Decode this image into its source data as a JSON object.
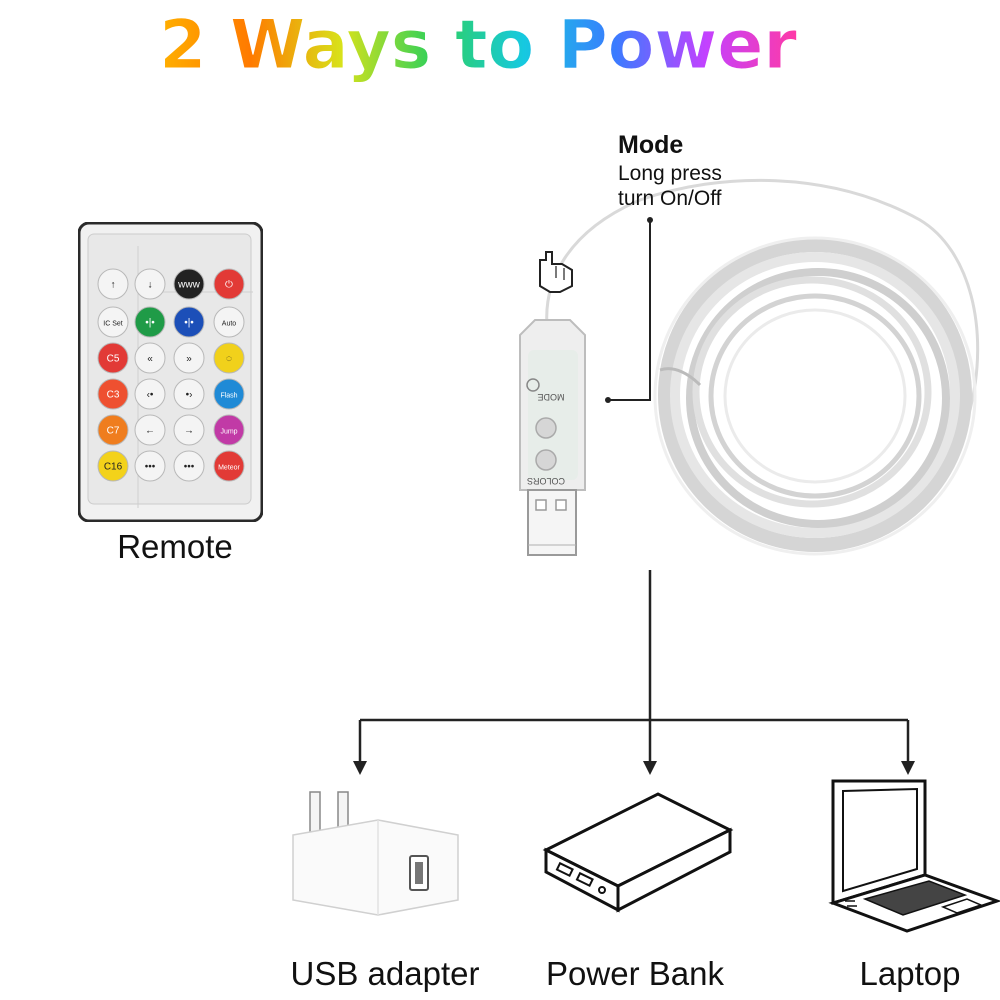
{
  "title": "2 Ways to Power",
  "title_gradient": [
    "#ffb000",
    "#ff7a00",
    "#d8e21a",
    "#2fd05a",
    "#16c9e0",
    "#3a7bff",
    "#c341ff",
    "#ff3aa6"
  ],
  "remote": {
    "caption": "Remote",
    "buttons": [
      {
        "label": "↑",
        "color": "#f4f4f4",
        "text": "#222"
      },
      {
        "label": "↓",
        "color": "#f4f4f4",
        "text": "#222"
      },
      {
        "label": "www",
        "color": "#222222",
        "text": "#fff"
      },
      {
        "label": "⏻",
        "color": "#e23a36",
        "text": "#fff"
      },
      {
        "label": "IC Set",
        "color": "#f4f4f4",
        "text": "#222"
      },
      {
        "label": "•|•",
        "color": "#1f9b47",
        "text": "#fff"
      },
      {
        "label": "•|•",
        "color": "#1c4fb8",
        "text": "#fff"
      },
      {
        "label": "Auto",
        "color": "#f4f4f4",
        "text": "#222"
      },
      {
        "label": "C5",
        "color": "#e23a36",
        "text": "#fff"
      },
      {
        "label": "«",
        "color": "#f4f4f4",
        "text": "#222"
      },
      {
        "label": "»",
        "color": "#f4f4f4",
        "text": "#222"
      },
      {
        "label": "◌",
        "color": "#f1d11b",
        "text": "#222"
      },
      {
        "label": "C3",
        "color": "#ee5030",
        "text": "#fff"
      },
      {
        "label": "‹•",
        "color": "#f4f4f4",
        "text": "#222"
      },
      {
        "label": "•›",
        "color": "#f4f4f4",
        "text": "#222"
      },
      {
        "label": "Flash",
        "color": "#1f8ad6",
        "text": "#fff"
      },
      {
        "label": "C7",
        "color": "#ef7d1e",
        "text": "#fff"
      },
      {
        "label": "←",
        "color": "#f4f4f4",
        "text": "#222"
      },
      {
        "label": "→",
        "color": "#f4f4f4",
        "text": "#222"
      },
      {
        "label": "Jump",
        "color": "#c13aa6",
        "text": "#fff"
      },
      {
        "label": "C16",
        "color": "#f3d21a",
        "text": "#222"
      },
      {
        "label": "•••",
        "color": "#f4f4f4",
        "text": "#222"
      },
      {
        "label": "•••",
        "color": "#f4f4f4",
        "text": "#222"
      },
      {
        "label": "Meteor",
        "color": "#e23a36",
        "text": "#fff"
      }
    ]
  },
  "controller": {
    "mode_label": "MODE",
    "colors_label": "COLORS"
  },
  "mode_callout": {
    "title": "Mode",
    "line1": "Long press",
    "line2": "turn On/Off"
  },
  "power_options": [
    {
      "caption": "USB adapter",
      "icon": "wall-adapter-icon"
    },
    {
      "caption": "Power Bank",
      "icon": "power-bank-icon"
    },
    {
      "caption": "Laptop",
      "icon": "laptop-icon"
    }
  ]
}
